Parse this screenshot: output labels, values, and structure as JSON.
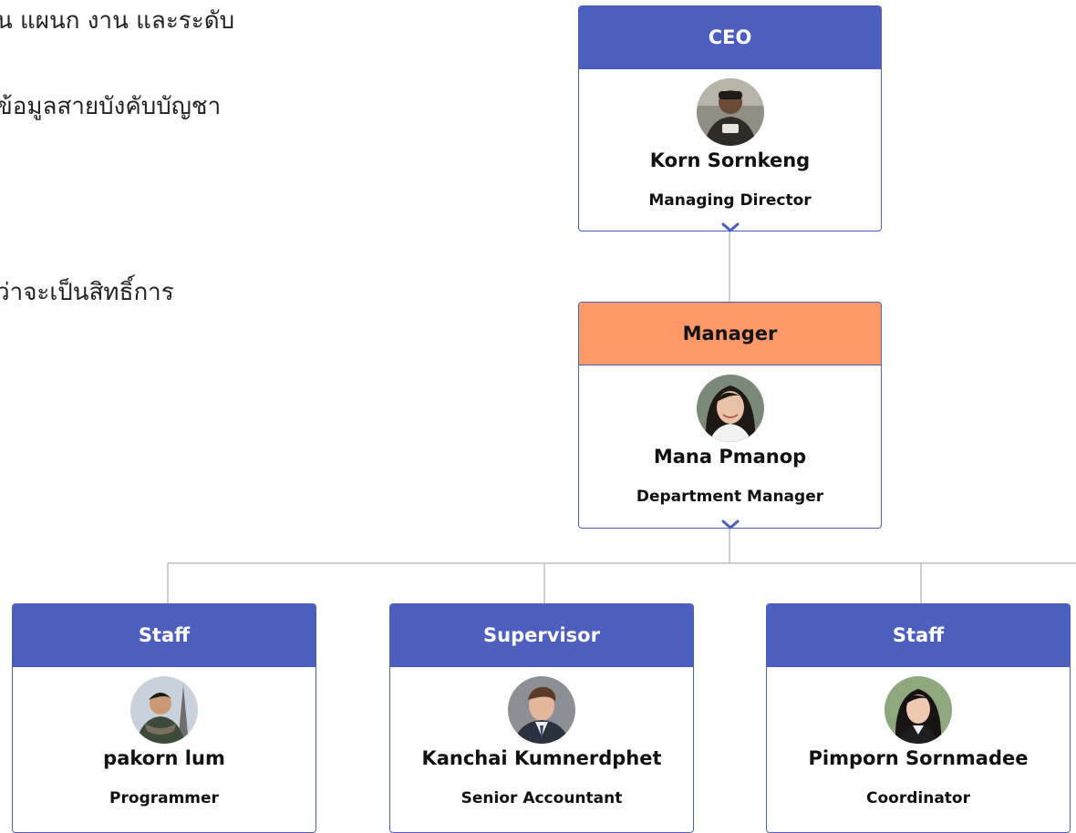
{
  "intro_lines": [
    "น แผนก งาน และระดับ",
    "ข้อมูลสายบังคับบัญชา",
    "ว่าจะเป็นสิทธิ์การ"
  ],
  "chart": {
    "ceo": {
      "role": "CEO",
      "name": "Korn Sornkeng",
      "title": "Managing Director",
      "header_color": "#4c5fbf"
    },
    "manager": {
      "role": "Manager",
      "name": "Mana Pmanop",
      "title": "Department Manager",
      "header_color": "#ff9968"
    },
    "reports": [
      {
        "role": "Staff",
        "name": "pakorn lum",
        "title": "Programmer",
        "header_color": "#4c5fbf"
      },
      {
        "role": "Supervisor",
        "name": "Kanchai Kumnerdphet",
        "title": "Senior Accountant",
        "header_color": "#4c5fbf"
      },
      {
        "role": "Staff",
        "name": "Pimporn Sornmadee",
        "title": "Coordinator",
        "header_color": "#4c5fbf"
      }
    ]
  },
  "icons": {
    "expand": "chevron-down-icon",
    "photo": "avatar-photo"
  }
}
